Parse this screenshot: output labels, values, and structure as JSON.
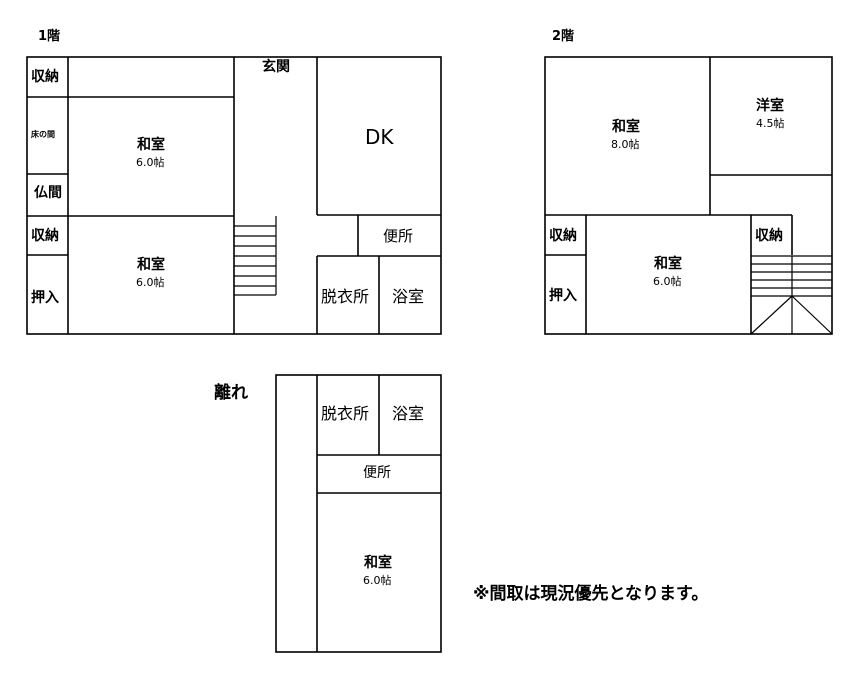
{
  "floor1": {
    "title": "1階",
    "rooms": {
      "storage_top": "収納",
      "tokonoma": "床の間",
      "washitsu_upper": "和室",
      "washitsu_upper_size": "6.0帖",
      "butsuma": "仏間",
      "genkan": "玄関",
      "dk": "DK",
      "storage_mid": "収納",
      "oshiire": "押入",
      "washitsu_lower": "和室",
      "washitsu_lower_size": "6.0帖",
      "toilet": "便所",
      "dressing": "脱衣所",
      "bath": "浴室"
    }
  },
  "floor2": {
    "title": "2階",
    "rooms": {
      "washitsu_8": "和室",
      "washitsu_8_size": "8.0帖",
      "youshitsu": "洋室",
      "youshitsu_size": "4.5帖",
      "storage_left": "収納",
      "storage_right": "収納",
      "oshiire": "押入",
      "washitsu_6": "和室",
      "washitsu_6_size": "6.0帖"
    }
  },
  "annex": {
    "title": "離れ",
    "rooms": {
      "dressing": "脱衣所",
      "bath": "浴室",
      "toilet": "便所",
      "washitsu": "和室",
      "washitsu_size": "6.0帖"
    }
  },
  "note": "※間取は現況優先となります。",
  "colors": {
    "line": "#000000",
    "background": "#ffffff"
  }
}
